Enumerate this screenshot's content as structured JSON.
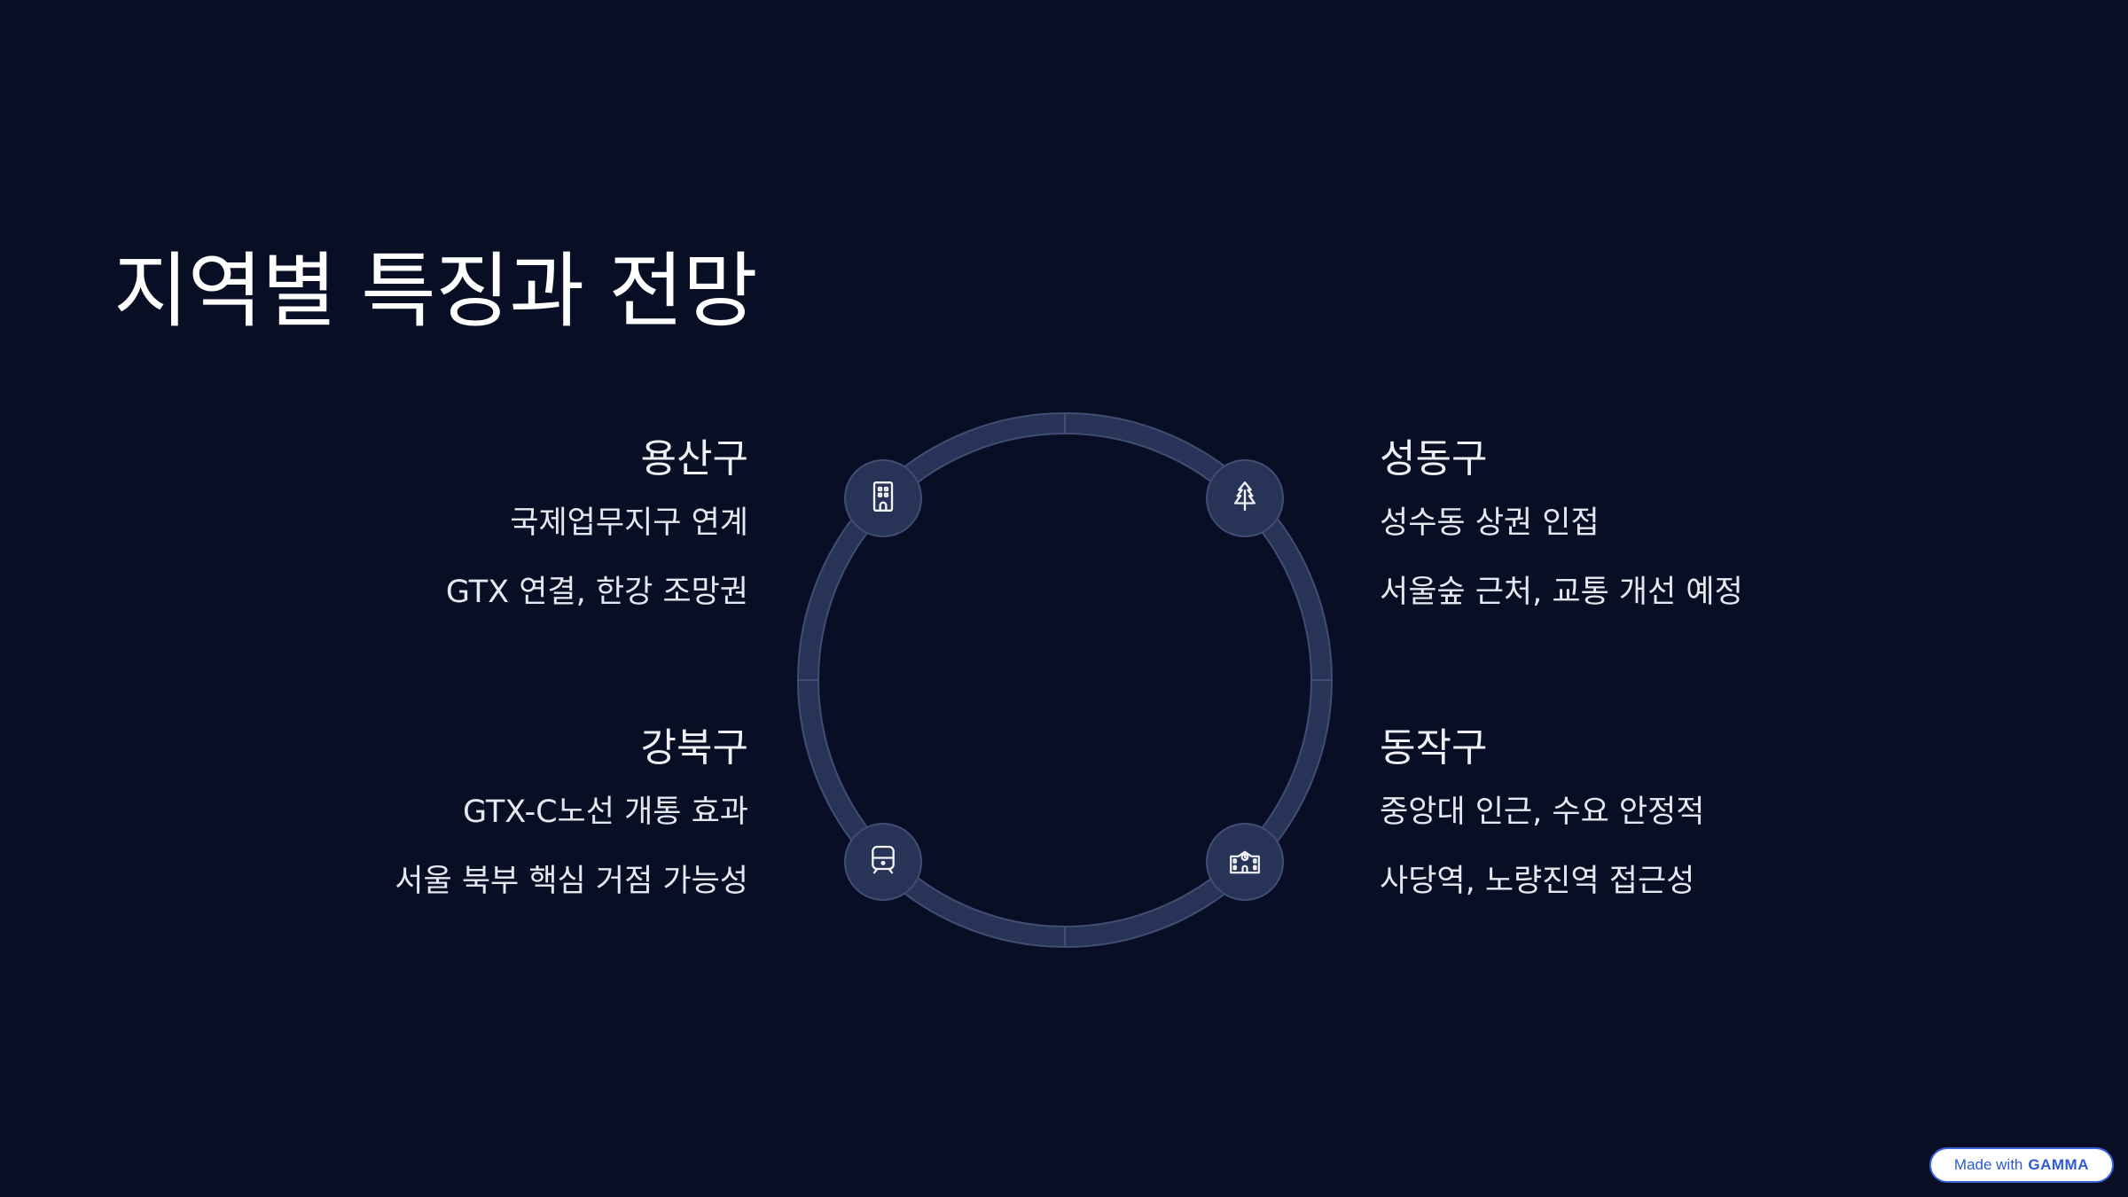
{
  "title": "지역별 특징과 전망",
  "colors": {
    "background": "#080e24",
    "ring": "#283358",
    "ring_border": "#414d73",
    "text": "#ffffff",
    "badge_accent": "#2f5bd4"
  },
  "regions": [
    {
      "name": "용산구",
      "icon": "office-building-icon",
      "lines": [
        "국제업무지구 연계",
        "GTX 연결, 한강 조망권"
      ]
    },
    {
      "name": "성동구",
      "icon": "pine-tree-icon",
      "lines": [
        "성수동 상권 인접",
        "서울숲 근처, 교통 개선 예정"
      ]
    },
    {
      "name": "강북구",
      "icon": "train-icon",
      "lines": [
        "GTX-C노선 개통 효과",
        "서울 북부 핵심 거점 가능성"
      ]
    },
    {
      "name": "동작구",
      "icon": "school-building-icon",
      "lines": [
        "중앙대 인근, 수요 안정적",
        "사당역, 노량진역 접근성"
      ]
    }
  ],
  "badge": {
    "prefix": "Made with",
    "brand": "GAMMA"
  }
}
